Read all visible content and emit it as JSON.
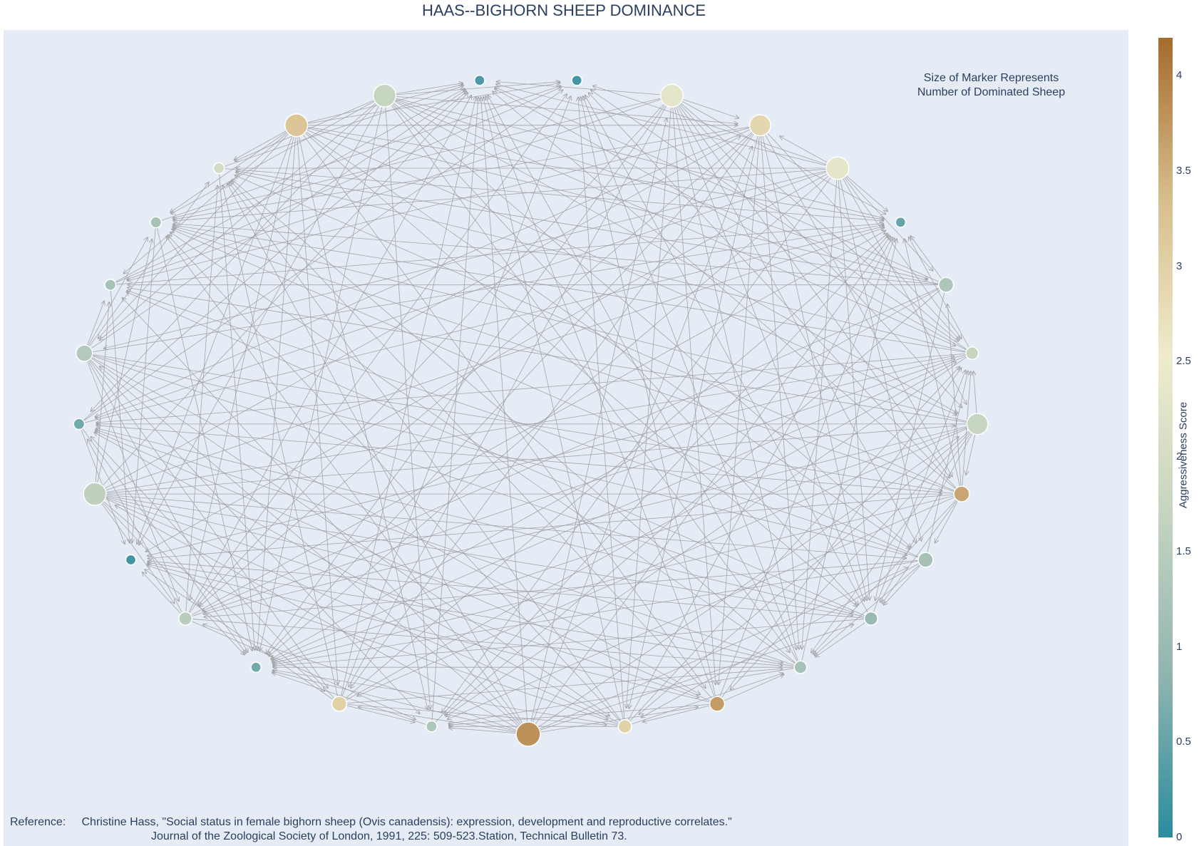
{
  "title": "HAAS--BIGHORN SHEEP DOMINANCE",
  "annotation": {
    "line1": "Size of Marker Represents",
    "line2": "Number of Dominated Sheep"
  },
  "reference": {
    "label": "Reference:",
    "line1": "Christine Hass, \"Social status in female bighorn sheep (Ovis canadensis): expression, development and reproductive correlates.\"",
    "line2": "Journal of the Zoological Society of London, 1991, 225: 509-523.Station, Technical Bulletin 73."
  },
  "colors": {
    "plot_bg": "#e5ecf6",
    "edge": "#9a9a9a",
    "colorscale": [
      "#2a8c9e",
      "#8fb4b0",
      "#c4d4c0",
      "#efebcc",
      "#d7bd8c",
      "#a56b2c"
    ]
  },
  "chart_data": {
    "type": "network",
    "layout": "circular",
    "colorbar": {
      "title": "Aggressiveness Score",
      "range": [
        0,
        4.2
      ],
      "ticks": [
        "0",
        "0.5",
        "1",
        "1.5",
        "2",
        "2.5",
        "3",
        "3.5",
        "4"
      ]
    },
    "nodes": [
      {
        "aggressiveness": 3.8,
        "dominated": 20
      },
      {
        "aggressiveness": 1.3,
        "dominated": 3
      },
      {
        "aggressiveness": 3.0,
        "dominated": 8
      },
      {
        "aggressiveness": 0.6,
        "dominated": 2
      },
      {
        "aggressiveness": 1.5,
        "dominated": 6
      },
      {
        "aggressiveness": 0.2,
        "dominated": 2
      },
      {
        "aggressiveness": 1.6,
        "dominated": 18
      },
      {
        "aggressiveness": 0.6,
        "dominated": 3
      },
      {
        "aggressiveness": 1.4,
        "dominated": 10
      },
      {
        "aggressiveness": 1.2,
        "dominated": 3
      },
      {
        "aggressiveness": 1.2,
        "dominated": 3
      },
      {
        "aggressiveness": 2.0,
        "dominated": 3
      },
      {
        "aggressiveness": 3.2,
        "dominated": 18
      },
      {
        "aggressiveness": 1.7,
        "dominated": 18
      },
      {
        "aggressiveness": 0.3,
        "dominated": 2
      },
      {
        "aggressiveness": 0.2,
        "dominated": 2
      },
      {
        "aggressiveness": 2.3,
        "dominated": 18
      },
      {
        "aggressiveness": 2.9,
        "dominated": 16
      },
      {
        "aggressiveness": 2.3,
        "dominated": 18
      },
      {
        "aggressiveness": 0.5,
        "dominated": 2
      },
      {
        "aggressiveness": 1.3,
        "dominated": 8
      },
      {
        "aggressiveness": 1.7,
        "dominated": 5
      },
      {
        "aggressiveness": 1.7,
        "dominated": 16
      },
      {
        "aggressiveness": 3.6,
        "dominated": 9
      },
      {
        "aggressiveness": 1.2,
        "dominated": 8
      },
      {
        "aggressiveness": 1.0,
        "dominated": 6
      },
      {
        "aggressiveness": 1.2,
        "dominated": 5
      },
      {
        "aggressiveness": 3.7,
        "dominated": 8
      },
      {
        "aggressiveness": 3.0,
        "dominated": 6
      }
    ]
  }
}
